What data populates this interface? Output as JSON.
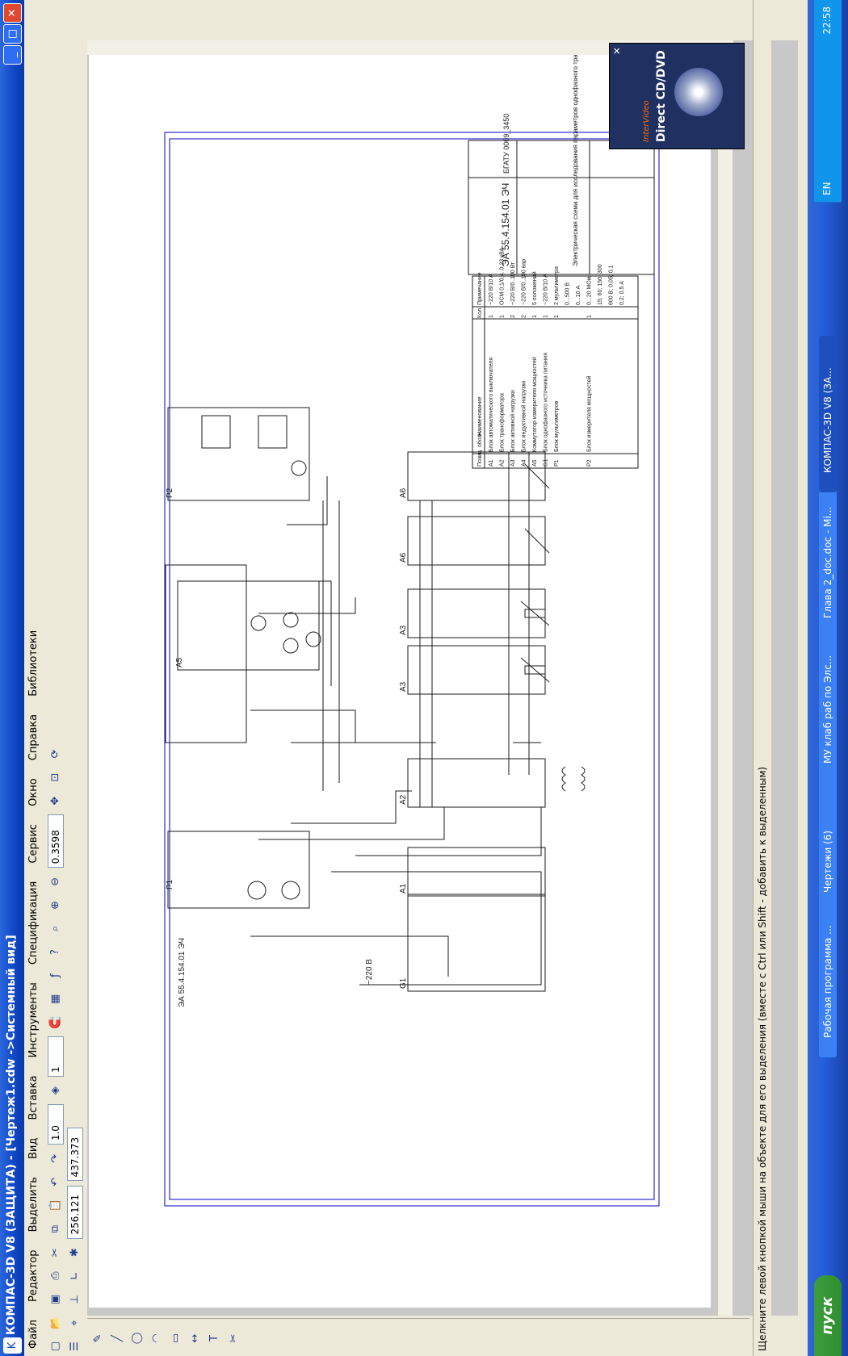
{
  "window": {
    "title": "КОМПАС-3D V8 (ЗАЩИТА) - [Чертеж1.cdw ->Системный вид]"
  },
  "menu": [
    "Файл",
    "Редактор",
    "Выделить",
    "Вид",
    "Вставка",
    "Инструменты",
    "Спецификация",
    "Сервис",
    "Окно",
    "Справка",
    "Библиотеки"
  ],
  "toolbar": {
    "scale_value": "1.0",
    "layer_value": "1",
    "zoom_value": "0.3598",
    "coord_x": "256.121",
    "coord_y": "437.373"
  },
  "status_text": "Щелкните левой кнопкой мыши на объекте для его выделения (вместе с Ctrl или Shift - добавить к выделенным)",
  "drawing": {
    "stamp_code": "ЭА 55.4.154.01 ЭЧ",
    "doc_code_top": "ЭА 55.4.154.01 ЭЧ",
    "org_code": "БГАТУ 0009_3450",
    "labels": [
      "P2",
      "А5",
      "А6",
      "А6",
      "А3",
      "А3",
      "А2",
      "А1",
      "G1",
      "P1",
      "~220 В"
    ],
    "table_headers": [
      "Позиц. обозн.",
      "Наименование",
      "Кол.",
      "Примечание"
    ],
    "table_rows": [
      [
        "А1",
        "Блок автоматического выключателя",
        "1",
        "~220 В/10 А"
      ],
      [
        "А2",
        "Блок трансформатора",
        "1",
        "ОСМ 0,1/0,4..0,23 кВА"
      ],
      [
        "А3",
        "Блок активной нагрузки",
        "2",
        "~220 В/0..100 Вт"
      ],
      [
        "А4",
        "Блок индуктивной нагрузки",
        "2",
        "~220 В/0..100 вар"
      ],
      [
        "А5",
        "Коммутатор измерителя мощностей",
        "1",
        "5 положений"
      ],
      [
        "G1",
        "Блок однофазного источника питания",
        "1",
        "~220 В/10 А"
      ],
      [
        "Р1",
        "Блок мультиметров",
        "1",
        "2 мультиметра"
      ],
      [
        "",
        "",
        "",
        "0...500 В"
      ],
      [
        "",
        "",
        "",
        "0...10 А"
      ],
      [
        "Р2",
        "Блок измерителя мощностей",
        "1",
        "0...20 МОм"
      ],
      [
        "",
        "",
        "",
        "15; 60; 150; 300"
      ],
      [
        "",
        "",
        "",
        "600 В; 0,05; 0,1"
      ],
      [
        "",
        "",
        "",
        "0,2; 0,5 А"
      ]
    ],
    "stamp_title": "Электрическая схема для исследования параметров однофазного трансформатора"
  },
  "taskbar": {
    "start_label": "пуск",
    "tasks": [
      "Рабочая программа ...",
      "Чертежи (6)",
      "МУ клаб раб по Элс...",
      "Глава 2_doc.doc - Mi...",
      "КОМПАС-3D V8 (ЗА..."
    ],
    "lang": "EN",
    "clock": "22:58"
  },
  "popup": {
    "brand": "InterVideo",
    "product": "Direct CD/DVD"
  }
}
